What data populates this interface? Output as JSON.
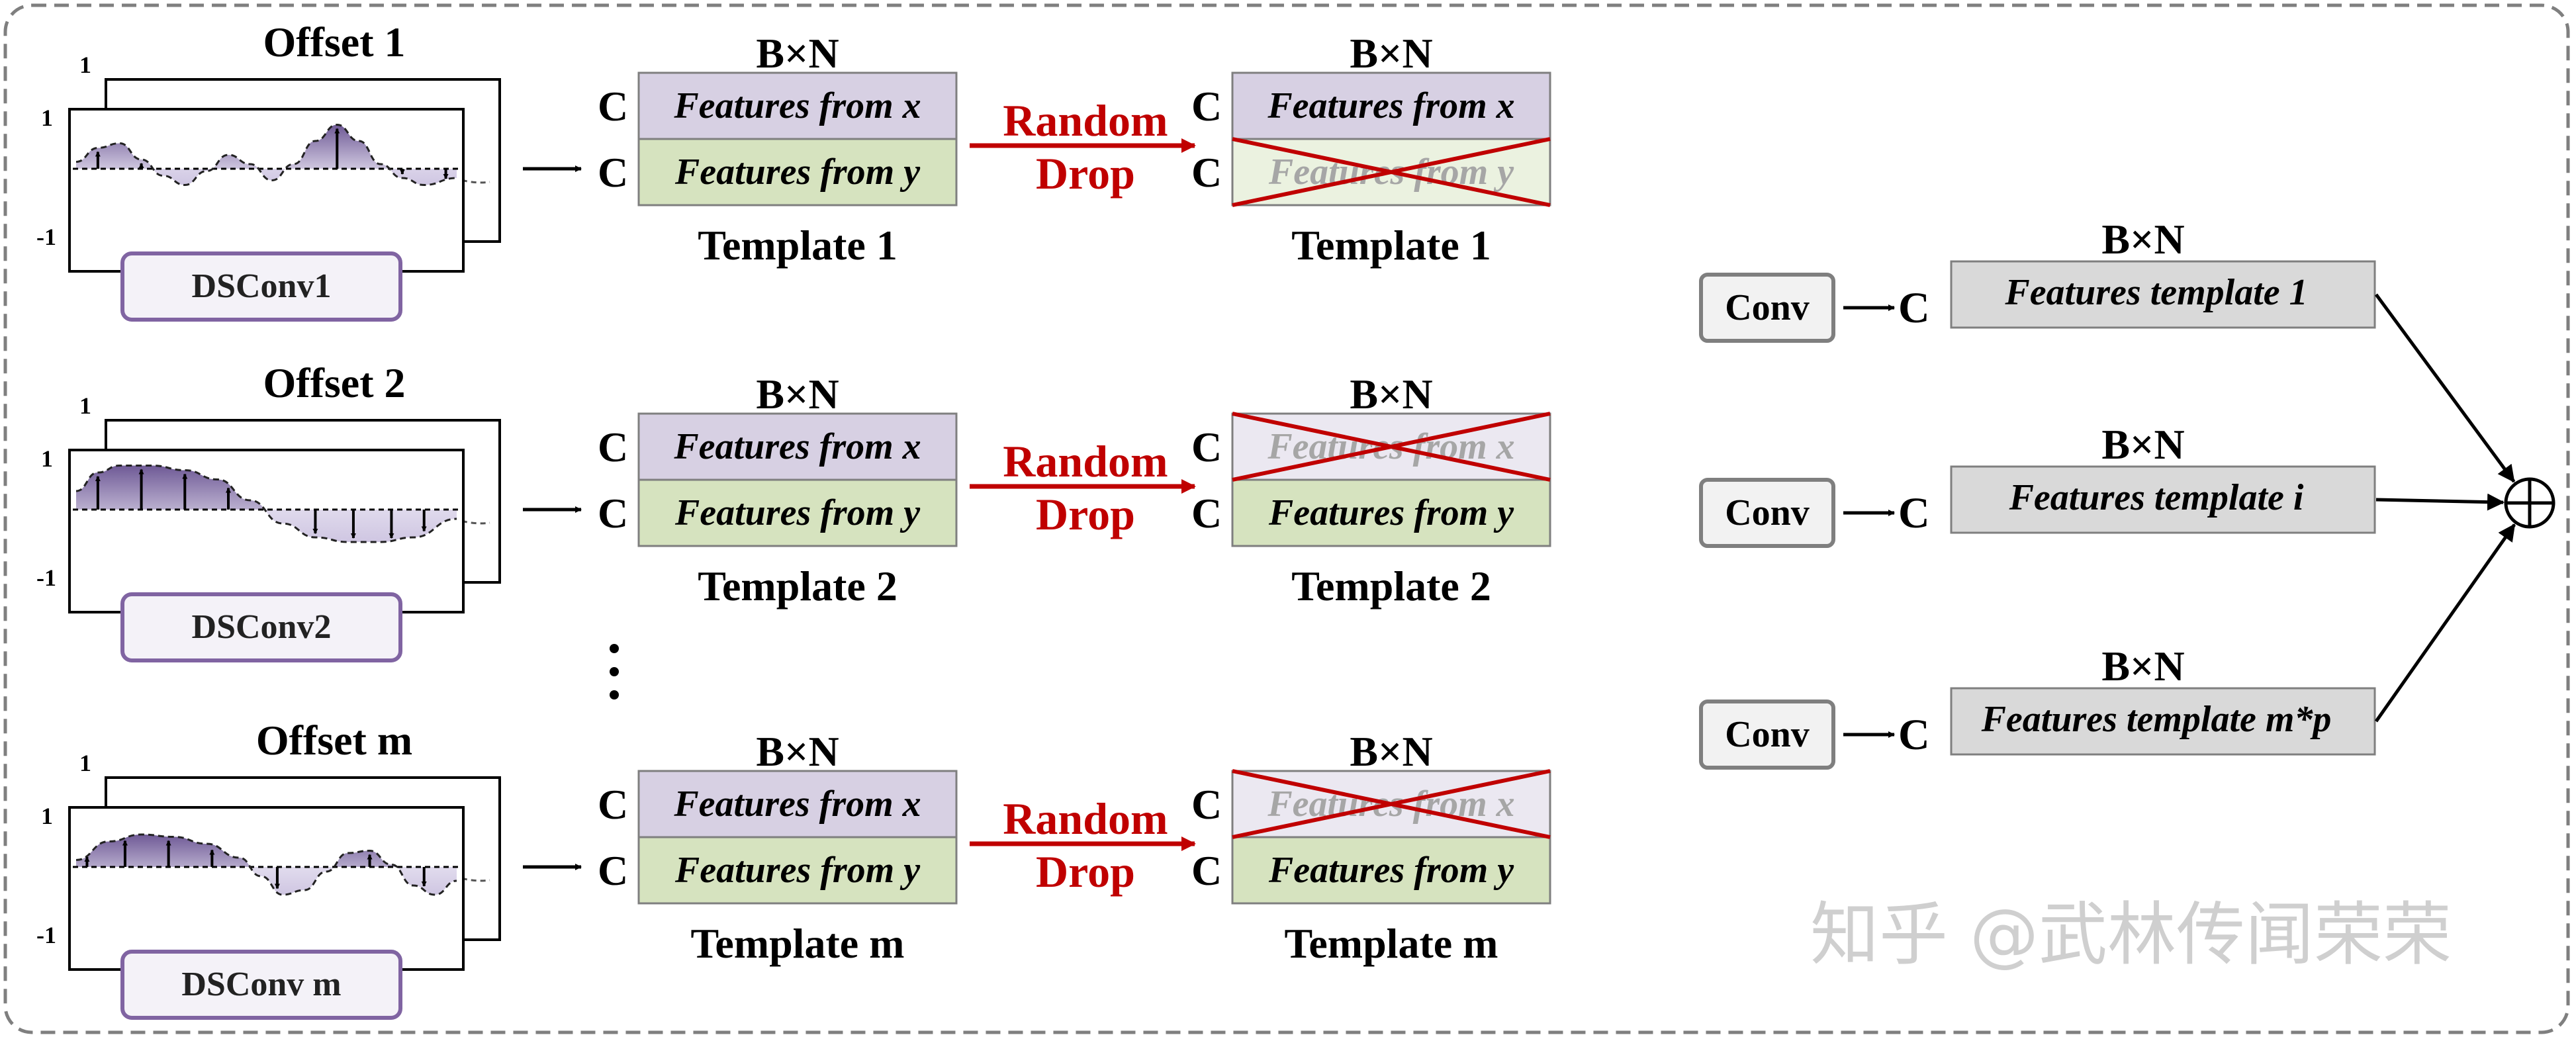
{
  "rows": [
    {
      "offset_label": "Offset 1",
      "dsconv_label": "DSConv1",
      "template_label": "Template 1",
      "bxn": "B×N",
      "c_label": "C",
      "feature_x": "Features from x",
      "feature_y": "Features from y",
      "random": "Random",
      "drop": "Drop",
      "dropped": "y"
    },
    {
      "offset_label": "Offset 2",
      "dsconv_label": "DSConv2",
      "template_label": "Template 2",
      "bxn": "B×N",
      "c_label": "C",
      "feature_x": "Features from x",
      "feature_y": "Features from y",
      "random": "Random",
      "drop": "Drop",
      "dropped": "x"
    },
    {
      "offset_label": "Offset m",
      "dsconv_label": "DSConv m",
      "template_label": "Template m",
      "bxn": "B×N",
      "c_label": "C",
      "feature_x": "Features from x",
      "feature_y": "Features from y",
      "random": "Random",
      "drop": "Drop",
      "dropped": "x"
    }
  ],
  "plot_axis": {
    "top": "1",
    "bottom": "-1"
  },
  "fusion": [
    {
      "conv": "Conv",
      "c_label": "C",
      "bxn": "B×N",
      "feature": "Features template 1"
    },
    {
      "conv": "Conv",
      "c_label": "C",
      "bxn": "B×N",
      "feature": "Features template i"
    },
    {
      "conv": "Conv",
      "c_label": "C",
      "bxn": "B×N",
      "feature": "Features template m*p"
    }
  ],
  "sum_symbol": "⊕",
  "watermark": "知乎 @武林传闻荣荣",
  "colors": {
    "purple_feature": "#d7d0e3",
    "green_feature": "#d6e3bf",
    "purple_fade": "#ebe8f1",
    "green_fade": "#ebf2e0",
    "gray_feature": "#d9d9d9",
    "drop_red": "#c00000",
    "dsconv_border": "#8064a2",
    "dsconv_fill": "#f4f2f8",
    "green_back": "#9bbb59"
  }
}
